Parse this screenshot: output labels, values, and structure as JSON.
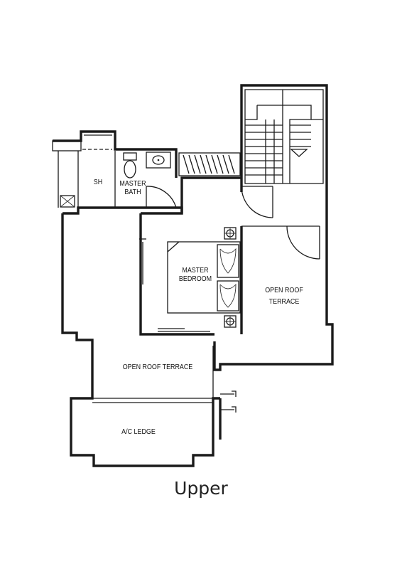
{
  "plan": {
    "rooms": {
      "sh": "SH",
      "master_bath_1": "MASTER",
      "master_bath_2": "BATH",
      "master_bedroom_1": "MASTER",
      "master_bedroom_2": "BEDROOM",
      "open_roof_terrace_right_1": "OPEN ROOF",
      "open_roof_terrace_right_2": "TERRACE",
      "open_roof_terrace_lower": "OPEN ROOF TERRACE",
      "ac_ledge": "A/C LEDGE"
    },
    "caption": "Upper"
  }
}
